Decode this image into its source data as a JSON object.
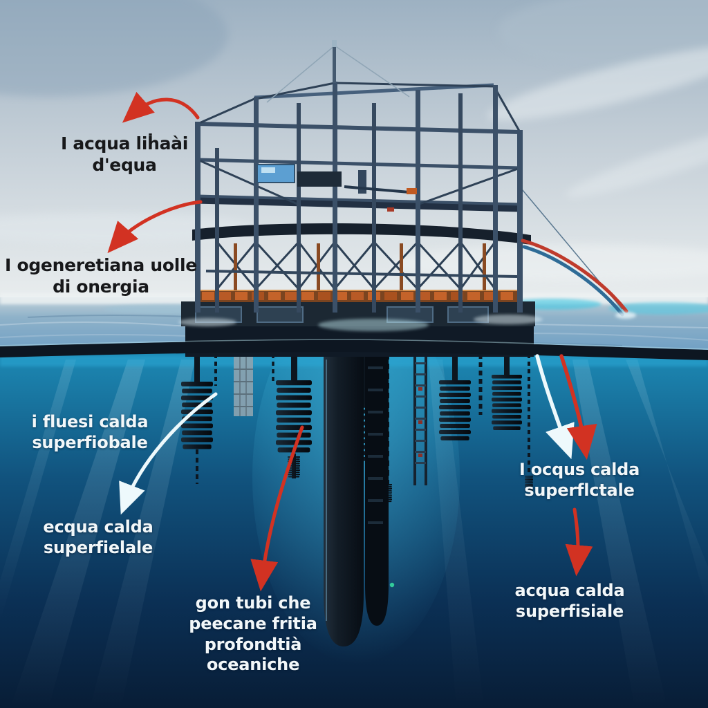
{
  "annotations": [
    {
      "id": "top-left",
      "lines": [
        "I acqua liḣaài",
        "d'equa"
      ]
    },
    {
      "id": "mid-left",
      "lines": [
        "I ogeneretiana uolle",
        "di onergia"
      ]
    },
    {
      "id": "under-left-1",
      "lines": [
        "i fluesi calda",
        "superfiobale"
      ]
    },
    {
      "id": "under-left-2",
      "lines": [
        "ecqua calda",
        "superfielale"
      ]
    },
    {
      "id": "bottom-center",
      "lines": [
        "gon tubi che",
        "peecane fritia",
        "profondtià",
        "oceaniche"
      ]
    },
    {
      "id": "under-right-1",
      "lines": [
        "I ocqus calda",
        "superflctale"
      ]
    },
    {
      "id": "under-right-2",
      "lines": [
        "acqua calda",
        "superfisiale"
      ]
    }
  ],
  "arrows": [
    {
      "id": "arrow-top-left",
      "color": "red"
    },
    {
      "id": "arrow-mid-left",
      "color": "red"
    },
    {
      "id": "arrow-under-left",
      "color": "white"
    },
    {
      "id": "arrow-bottom-center",
      "color": "red"
    },
    {
      "id": "arrow-right-white",
      "color": "white"
    },
    {
      "id": "arrow-right-red",
      "color": "red"
    },
    {
      "id": "arrow-right-lower",
      "color": "red"
    }
  ],
  "colors": {
    "arrow_red": "#d23222",
    "arrow_white": "#eef9fc",
    "sky_top": "#9db1c2",
    "sky_horizon": "#e9edee",
    "sea_surface": "#7fa9c6",
    "sea_turquoise": "#3fc8e3",
    "underwater_top": "#1d89b4",
    "underwater_deep": "#081d36",
    "hull_dark": "#0d1621",
    "steel": "#3b5068",
    "accent_orange": "#c4632a",
    "pipe_red": "#bf3b2c",
    "pipe_blue": "#2e6b96",
    "label_dark": "#17181a",
    "label_light": "#f2f7f9"
  }
}
